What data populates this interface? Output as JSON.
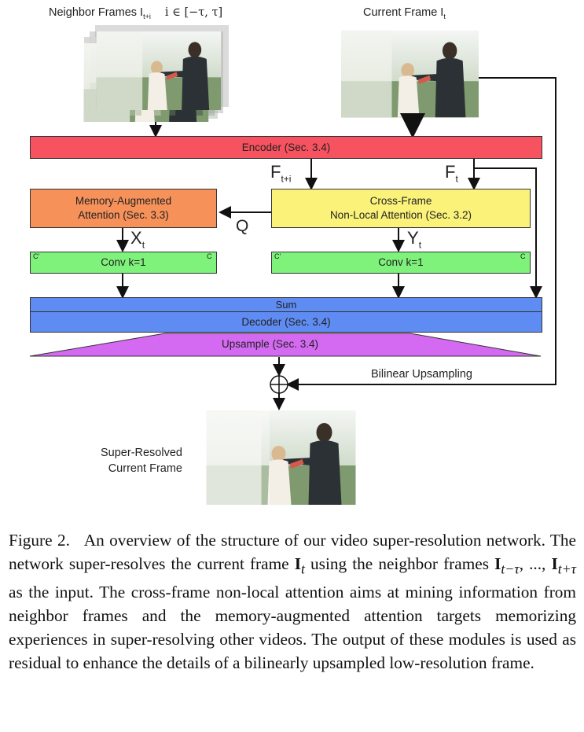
{
  "figure": {
    "labels": {
      "neighbor_frames": "Neighbor Frames I",
      "neighbor_sub": "t+i",
      "neighbor_range": "i ∈ [−τ, τ]",
      "current_frame": "Current Frame I",
      "current_sub": "t",
      "encoder": "Encoder (Sec. 3.4)",
      "f_neighbor": "F",
      "f_neighbor_sub": "t+i",
      "f_current": "F",
      "f_current_sub": "t",
      "memory_attention_line1": "Memory-Augmented",
      "memory_attention_line2": "Attention (Sec. 3.3)",
      "cross_frame_line1": "Cross-Frame",
      "cross_frame_line2": "Non-Local Attention (Sec. 3.2)",
      "q_label": "Q",
      "x_label": "X",
      "x_sub": "t",
      "y_label": "Y",
      "y_sub": "t",
      "conv_left": "Conv  k=1",
      "conv_right": "Conv  k=1",
      "c_prime": "C'",
      "c": "C",
      "sum": "Sum",
      "decoder": "Decoder (Sec. 3.4)",
      "upsample": "Upsample (Sec. 3.4)",
      "bilinear": "Bilinear Upsampling",
      "output_line1": "Super-Resolved",
      "output_line2": "Current Frame"
    },
    "colors": {
      "encoder": "#f7525f",
      "memory": "#f6915a",
      "cross": "#fbf27a",
      "conv": "#7ef27a",
      "sum_decoder": "#5f8cf2",
      "upsample": "#d56af2"
    }
  },
  "caption": {
    "label": "Figure 2.",
    "text_1": "An overview of the structure of our video super-resolution network. The network super-resolves the current frame",
    "sym_it": "I",
    "sym_it_sub": "t",
    "text_2": "using the neighbor frames",
    "sym_range_start": "I",
    "sym_range_start_sub": "t−τ",
    "sym_range_mid": ", ..., ",
    "sym_range_end": "I",
    "sym_range_end_sub": "t+τ",
    "text_3": "as the input.  The cross-frame non-local attention aims at mining information from neighbor frames and the memory-augmented attention targets memorizing experiences in super-resolving other videos. The output of these modules is used as residual to enhance the details of a bilinearly upsampled low-resolution frame."
  }
}
